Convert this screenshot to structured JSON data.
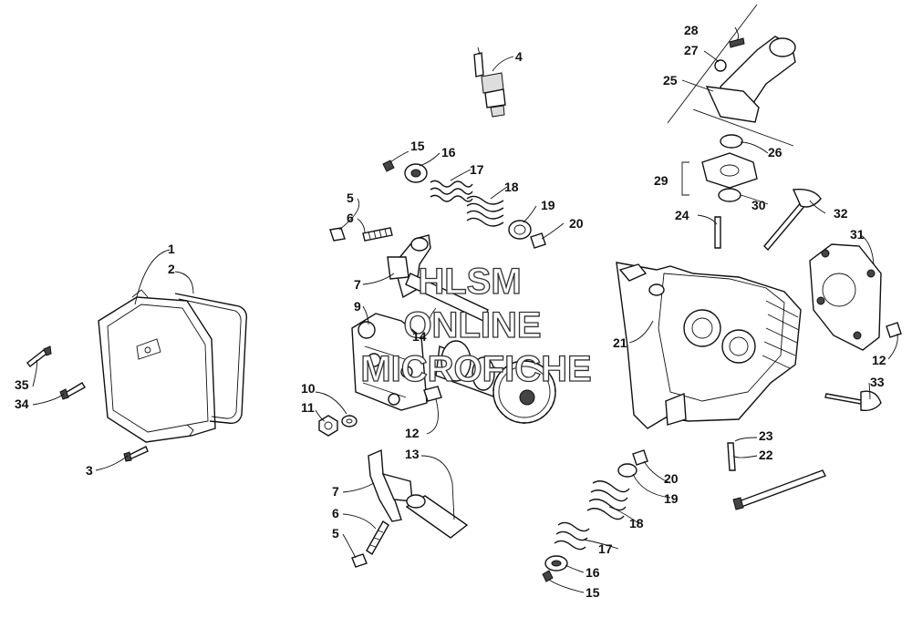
{
  "watermark": {
    "line1": "HLSM",
    "line2": "ONLINE",
    "line3": "MICROFICHE"
  },
  "callouts": [
    "1",
    "2",
    "3",
    "4",
    "5",
    "6",
    "7",
    "9",
    "10",
    "11",
    "12",
    "13",
    "14",
    "15",
    "16",
    "17",
    "18",
    "19",
    "20",
    "21",
    "22",
    "23",
    "24",
    "25",
    "26",
    "27",
    "28",
    "29",
    "30",
    "31",
    "32",
    "33",
    "34",
    "35"
  ]
}
